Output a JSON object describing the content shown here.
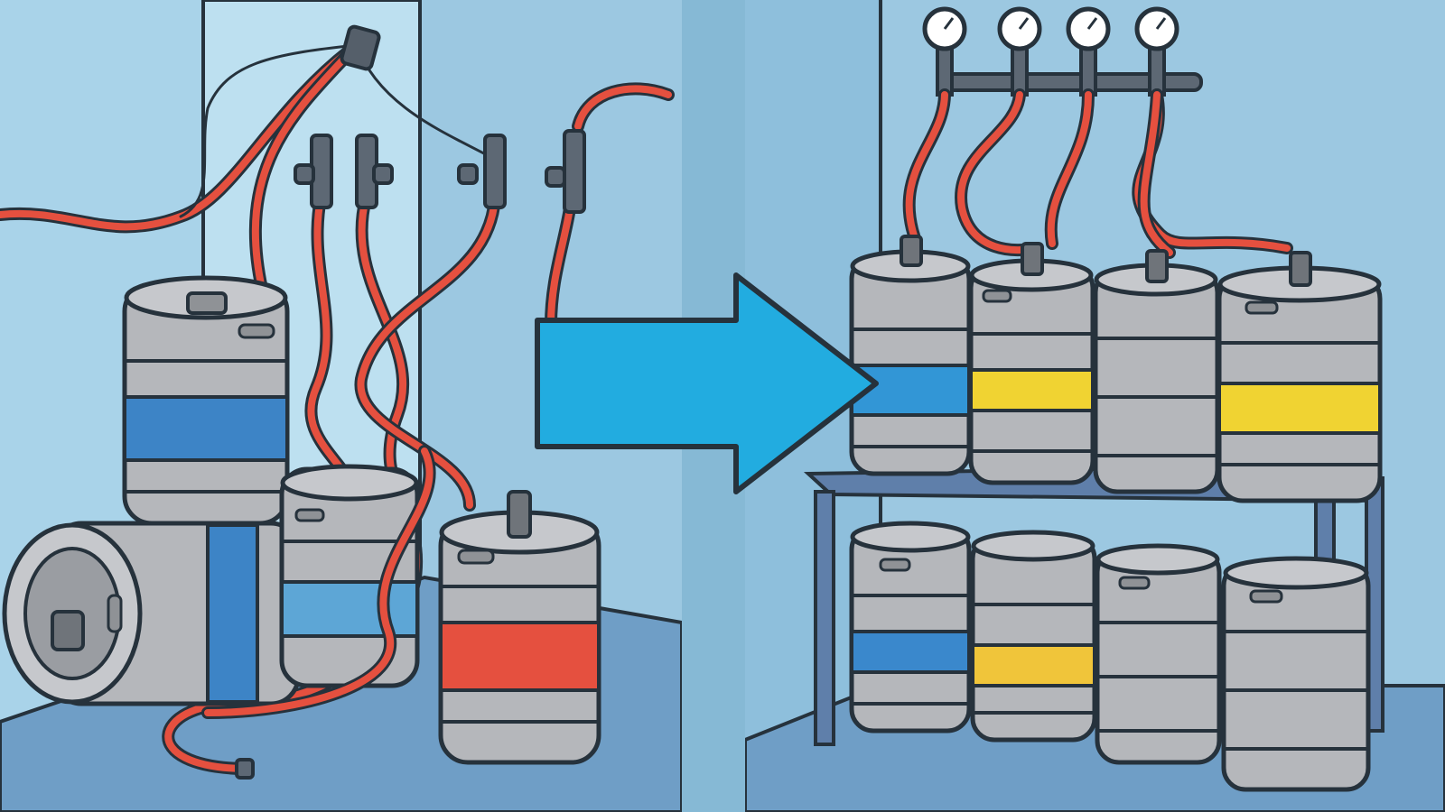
{
  "scene": {
    "before": {
      "state": "cluttered",
      "keg_band_colors": [
        "#3d84c6",
        "#3d84c6",
        "#5da6d6",
        "#e5503f"
      ],
      "hose_color": "#e5503f"
    },
    "after": {
      "state": "organized",
      "gauge_count": 4,
      "shelves": 2,
      "top_row_band_colors": [
        "#3296d6",
        "#f0d332",
        "#ffffff00",
        "#f0d332"
      ],
      "bottom_row_band_colors": [
        "#3a88cc",
        "#f0c53a",
        "#ffffff00",
        "#ffffff00"
      ],
      "rack_color": "#5f7faa"
    },
    "arrow": {
      "direction": "right",
      "color": "#22ace0",
      "icon": "right-arrow-icon"
    },
    "palette": {
      "wall_light": "#a9d4ea",
      "wall_dark": "#8ebfdc",
      "floor": "#6d9cc4",
      "keg_body": "#b5b7bb",
      "keg_shadow": "#8f9296",
      "outline": "#26323c"
    }
  }
}
